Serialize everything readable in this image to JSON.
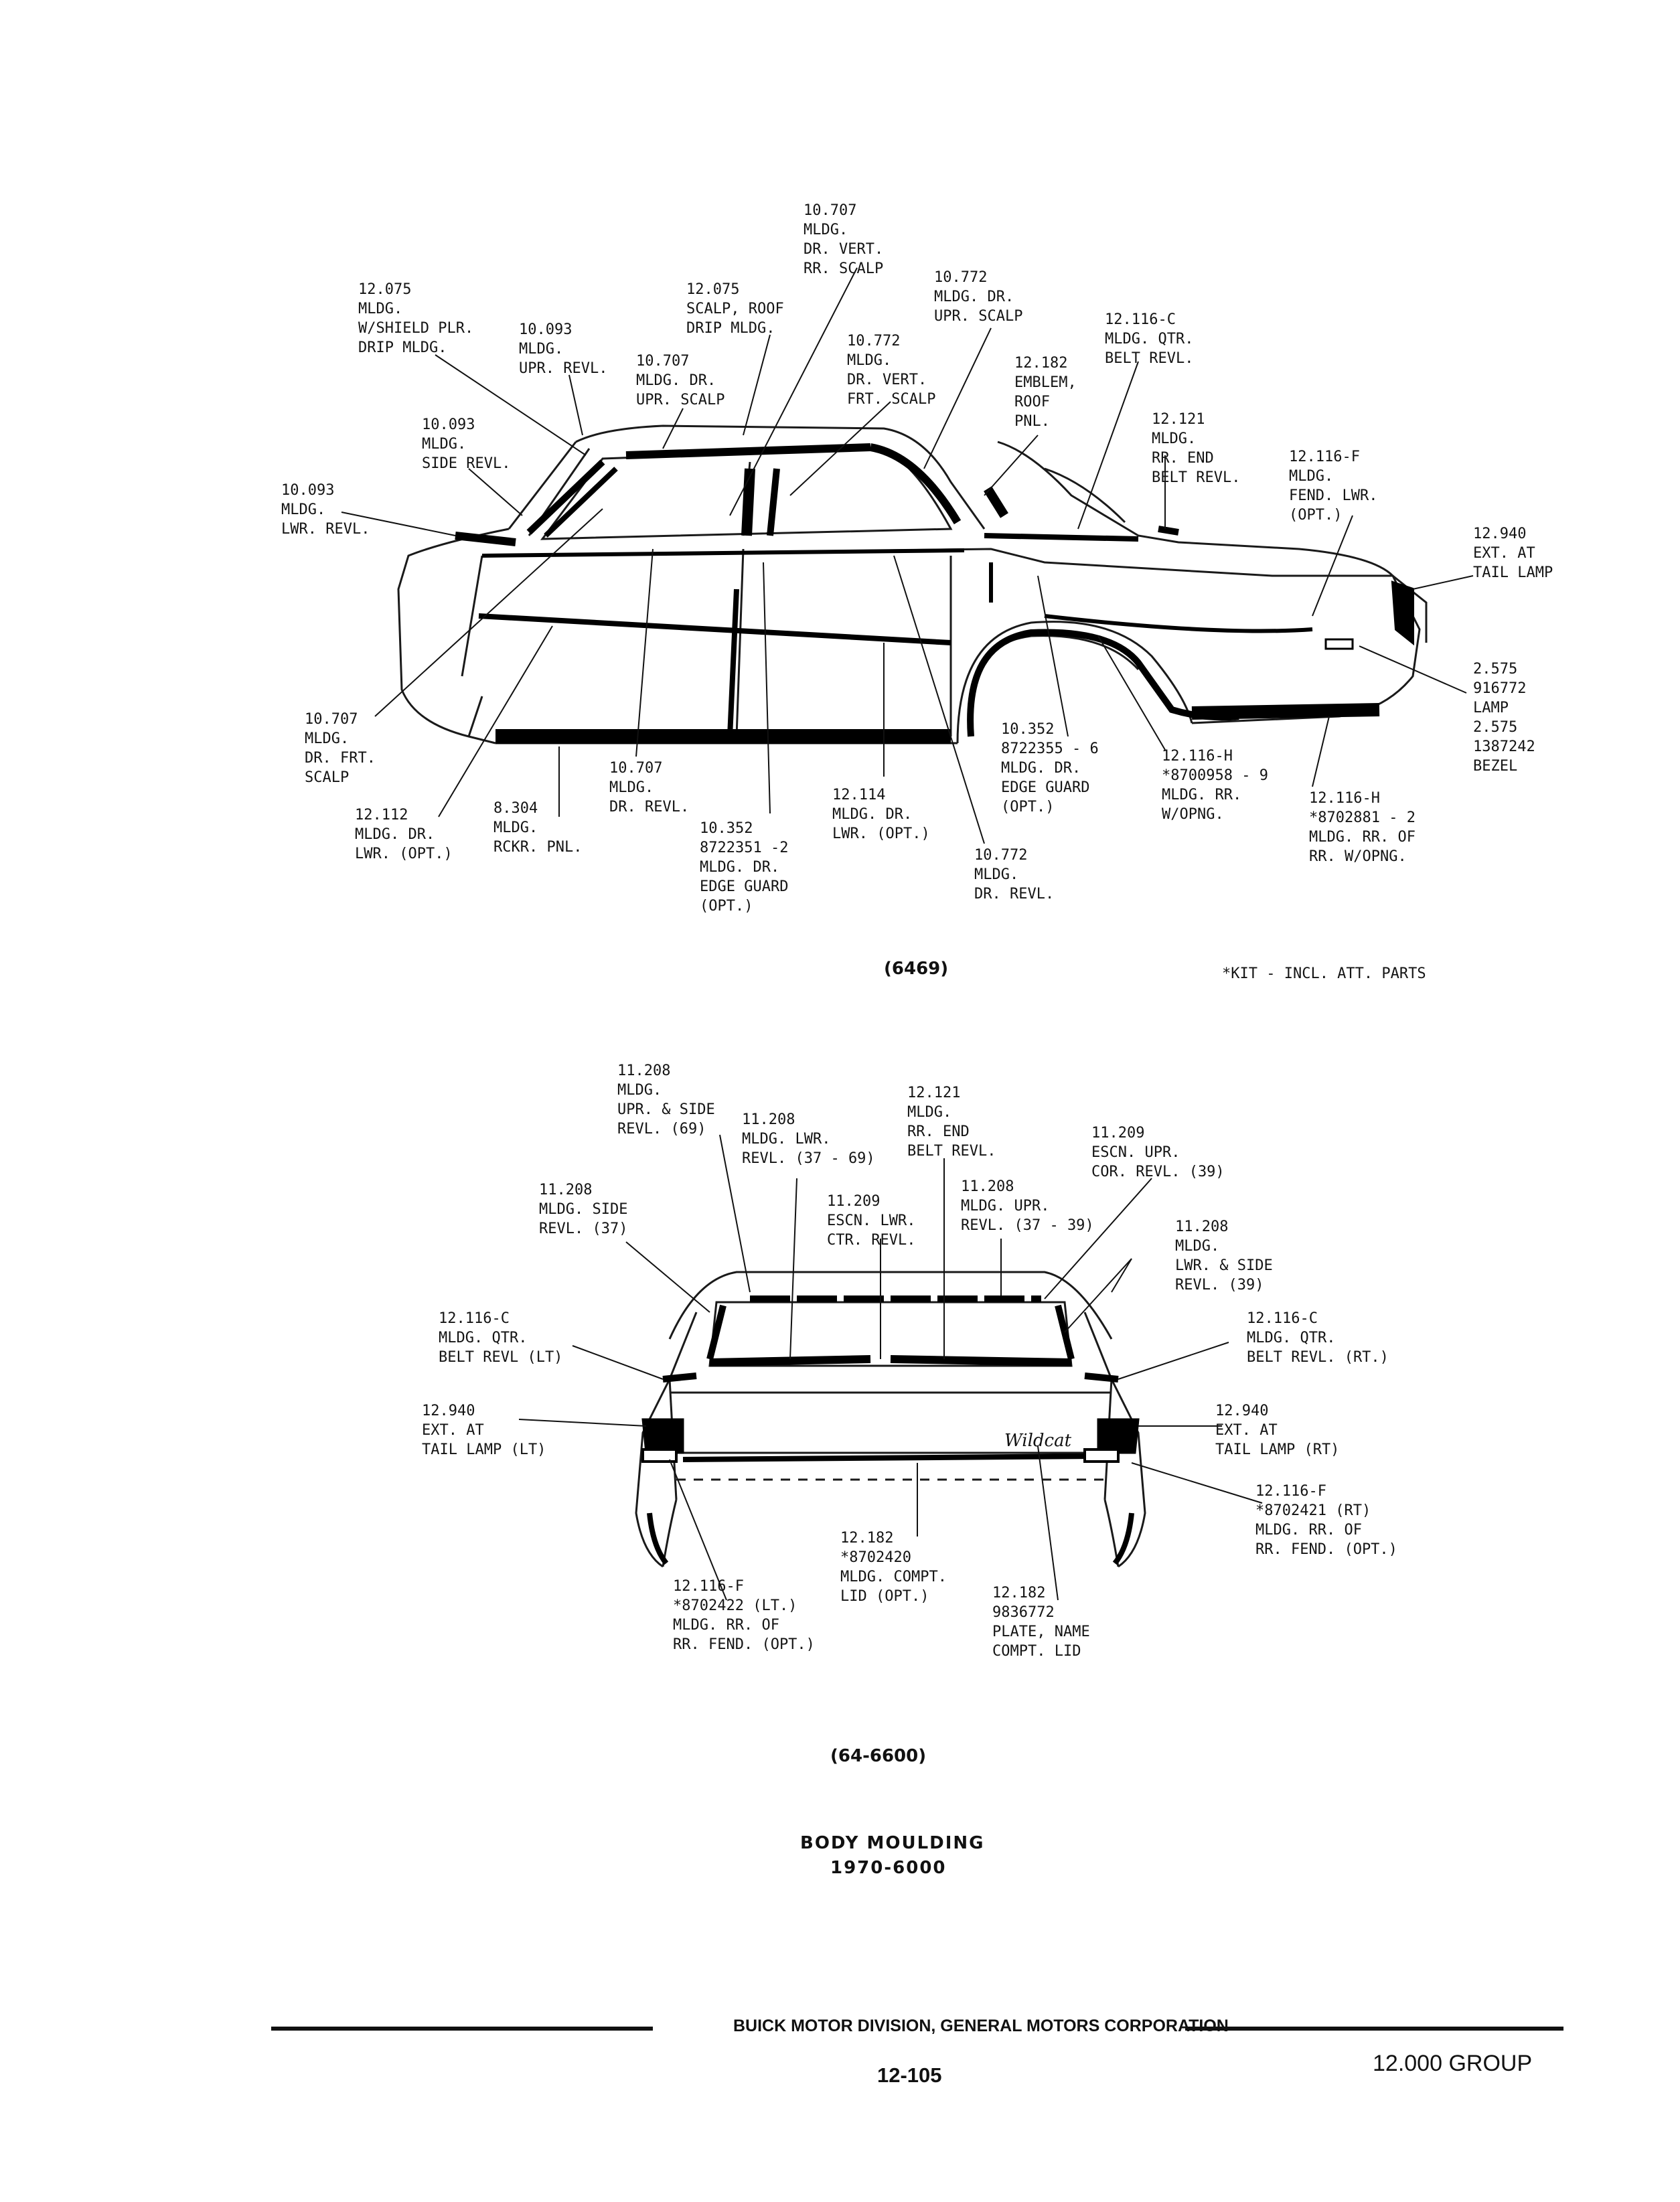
{
  "side_view": {
    "caption": "(6469)",
    "kit_note": "*KIT - INCL. ATT. PARTS",
    "labels": {
      "dr_vert_rr_scalp": "10.707\nMLDG.\nDR. VERT.\nRR. SCALP",
      "dr_upr_scalp_10772": "10.772\nMLDG. DR.\nUPR. SCALP",
      "wshield_plr_drip": "12.075\nMLDG.\nW/SHIELD PLR.\nDRIP MLDG.",
      "scalp_roof_drip": "12.075\nSCALP, ROOF\nDRIP MLDG.",
      "upr_revl_10093": "10.093\nMLDG.\nUPR. REVL.",
      "dr_upr_scalp_10707": "10.707\nMLDG. DR.\nUPR. SCALP",
      "dr_vert_frt_scalp": "10.772\nMLDG.\nDR. VERT.\nFRT. SCALP",
      "emblem_roof_pnl": "12.182\nEMBLEM,\nROOF\nPNL.",
      "qtr_belt_revl": "12.116-C\nMLDG. QTR.\nBELT REVL.",
      "side_revl_10093": "10.093\nMLDG.\nSIDE REVL.",
      "rr_end_belt_revl": "12.121\nMLDG.\nRR. END\nBELT REVL.",
      "fend_lwr": "12.116-F\nMLDG.\nFEND. LWR.\n(OPT.)",
      "lwr_revl_10093": "10.093\nMLDG.\nLWR. REVL.",
      "ext_tail_lamp": "12.940\nEXT. AT\nTAIL LAMP",
      "dr_frt_scalp": "10.707\nMLDG.\nDR. FRT.\nSCALP",
      "lamp_bezel": "2.575\n916772\nLAMP\n2.575\n1387242\nBEZEL",
      "edge_guard_8722355": "10.352\n8722355 - 6\nMLDG. DR.\nEDGE GUARD\n(OPT.)",
      "rr_wopng": "12.116-H\n*8700958 - 9\nMLDG. RR.\nW/OPNG.",
      "dr_revl_10707": "10.707\nMLDG.\nDR. REVL.",
      "dr_lwr_12114": "12.114\nMLDG. DR.\nLWR. (OPT.)",
      "rr_of_rr_wopng": "12.116-H\n*8702881 - 2\nMLDG. RR. OF\nRR. W/OPNG.",
      "dr_lwr_12112": "12.112\nMLDG. DR.\nLWR. (OPT.)",
      "rckr_pnl": "8.304\nMLDG.\nRCKR. PNL.",
      "edge_guard_8722351": "10.352\n8722351 -2\nMLDG. DR.\nEDGE GUARD\n(OPT.)",
      "dr_revl_10772": "10.772\nMLDG.\nDR. REVL."
    }
  },
  "rear_view": {
    "caption": "(64-6600)",
    "labels": {
      "upr_side_revl_69": "11.208\nMLDG.\nUPR. & SIDE\nREVL. (69)",
      "lwr_revl_37_69": "11.208\nMLDG. LWR.\nREVL. (37 - 69)",
      "rr_end_belt_revl": "12.121\nMLDG.\nRR. END\nBELT REVL.",
      "escn_upr_cor": "11.209\nESCN. UPR.\nCOR. REVL. (39)",
      "side_revl_37": "11.208\nMLDG. SIDE\nREVL. (37)",
      "escn_lwr_ctr": "11.209\nESCN. LWR.\nCTR. REVL.",
      "upr_revl_37_39": "11.208\nMLDG. UPR.\nREVL. (37 - 39)",
      "lwr_side_revl_39": "11.208\nMLDG.\nLWR. & SIDE\nREVL. (39)",
      "qtr_belt_lt": "12.116-C\nMLDG. QTR.\nBELT REVL (LT)",
      "qtr_belt_rt": "12.116-C\nMLDG. QTR.\nBELT REVL. (RT.)",
      "ext_tail_lamp_lt": "12.940\nEXT. AT\nTAIL LAMP (LT)",
      "ext_tail_lamp_rt": "12.940\nEXT. AT\nTAIL LAMP (RT)",
      "rr_fend_rt": "12.116-F\n*8702421 (RT)\nMLDG. RR. OF\nRR. FEND. (OPT.)",
      "compt_lid": "12.182\n*8702420\nMLDG. COMPT.\nLID (OPT.)",
      "name_plate": "12.182\n9836772\nPLATE, NAME\nCOMPT. LID",
      "rr_fend_lt": "12.116-F\n*8702422 (LT.)\nMLDG. RR. OF\nRR. FEND. (OPT.)",
      "script_badge": "Wildcat"
    }
  },
  "title": {
    "line1": "BODY MOULDING",
    "line2": "1970-6000"
  },
  "footer": {
    "corporation": "BUICK MOTOR DIVISION, GENERAL MOTORS CORPORATION",
    "page_number": "12-105",
    "group": "12.000 GROUP"
  }
}
